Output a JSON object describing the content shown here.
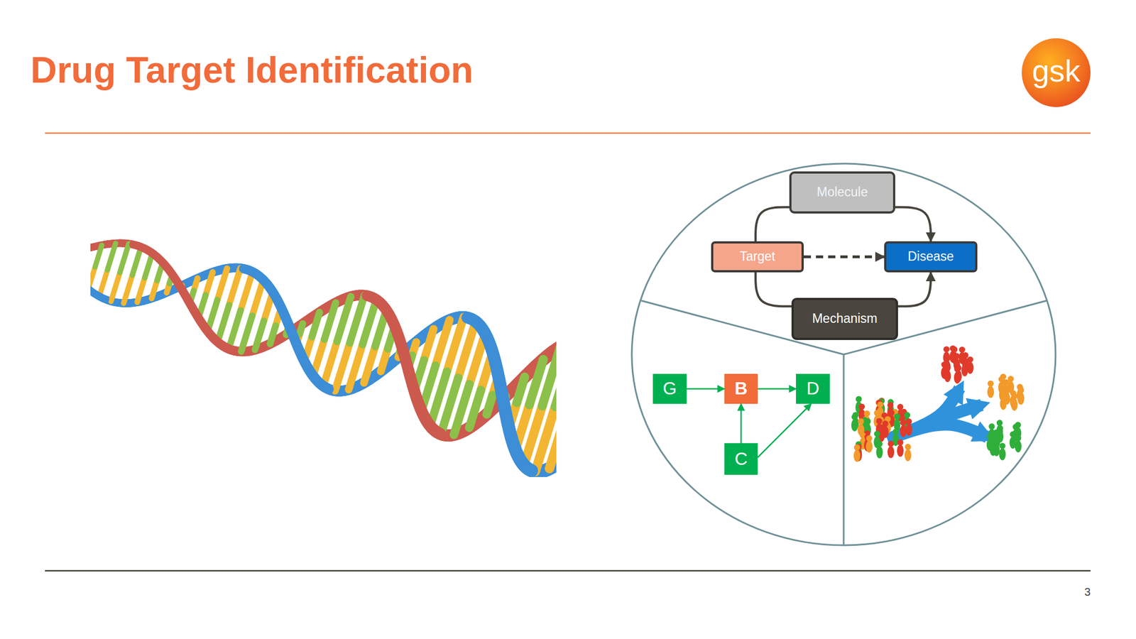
{
  "diagram": {
    "title": "Drug Target Identification",
    "nodes": [
      {
        "text": [
          "Molecule"
        ]
      },
      {
        "text": [
          "Target"
        ]
      },
      {
        "text": [
          "Disease"
        ]
      },
      {
        "text": [
          "Mechanism"
        ]
      },
      {
        "text": [
          "G"
        ]
      },
      {
        "text": [
          "B"
        ]
      },
      {
        "text": [
          "D"
        ]
      },
      {
        "text": [
          "C"
        ]
      }
    ],
    "edges": [
      {
        "from": 1,
        "to": 0,
        "arrow": "none"
      },
      {
        "from": 0,
        "to": 2,
        "arrow": "to"
      },
      {
        "from": 1,
        "to": 2,
        "arrow": "to"
      },
      {
        "from": 1,
        "to": 3,
        "arrow": "none"
      },
      {
        "from": 3,
        "to": 2,
        "arrow": "to"
      },
      {
        "from": 4,
        "to": 5,
        "arrow": "to"
      },
      {
        "from": 5,
        "to": 6,
        "arrow": "to"
      },
      {
        "from": 7,
        "to": 5,
        "arrow": "to"
      },
      {
        "from": 7,
        "to": 6,
        "arrow": "to"
      }
    ],
    "labels": [
      "gsk",
      "3"
    ]
  }
}
